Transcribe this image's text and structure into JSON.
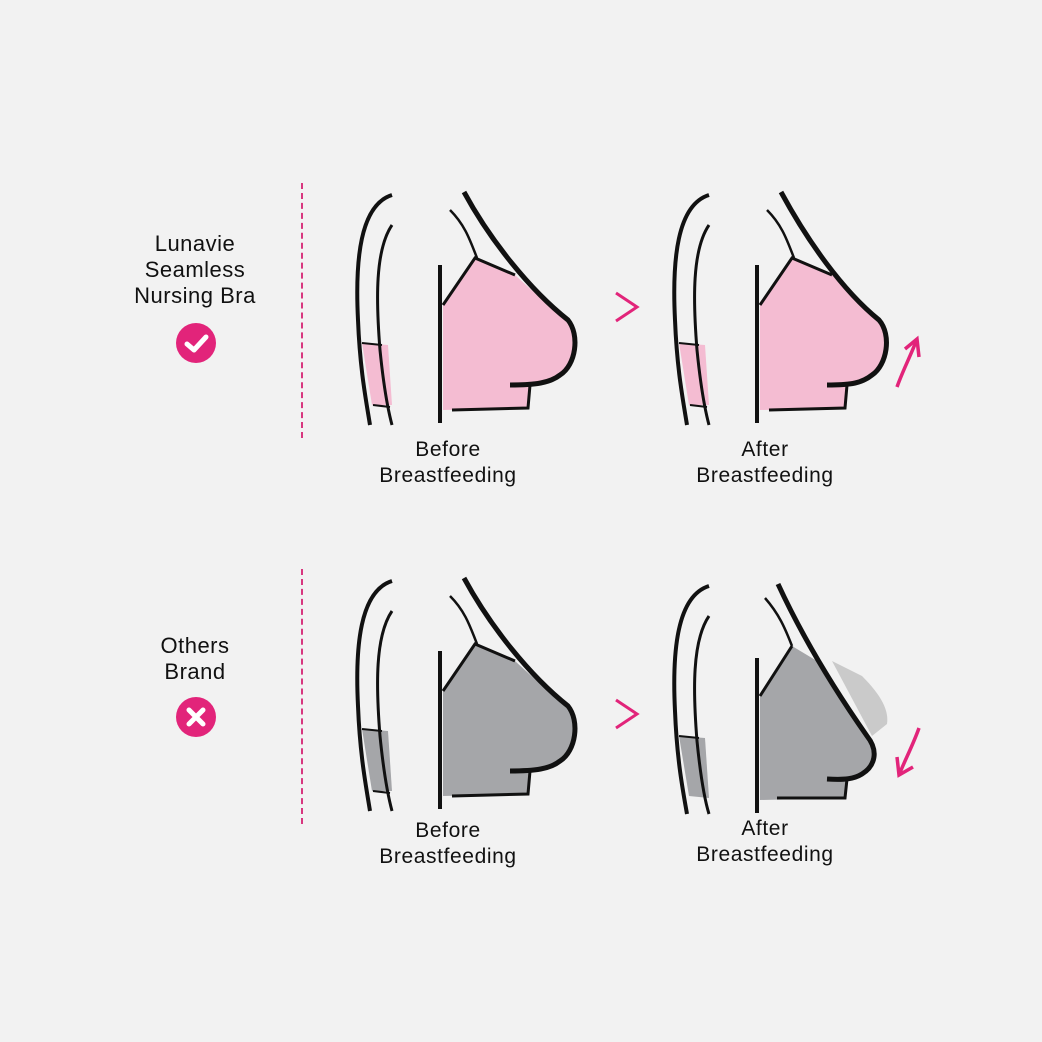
{
  "colors": {
    "background": "#f2f2f2",
    "accent": "#e2247a",
    "pink_fill": "#f4bcd2",
    "gray_fill": "#a5a6a9",
    "gray_shadow": "#cacaca",
    "outline": "#111111"
  },
  "rows": [
    {
      "brand_label_lines": [
        "Lunavie",
        "Seamless",
        "Nursing Bra"
      ],
      "status_icon": "check-icon",
      "before_caption": [
        "Before",
        "Breastfeeding"
      ],
      "after_caption": [
        "After",
        "Breastfeeding"
      ],
      "after_arrow": "arrow-up-right-icon"
    },
    {
      "brand_label_lines": [
        "Others",
        "Brand"
      ],
      "status_icon": "x-icon",
      "before_caption": [
        "Before",
        "Breastfeeding"
      ],
      "after_caption": [
        "After",
        "Breastfeeding"
      ],
      "after_arrow": "arrow-down-left-icon"
    }
  ]
}
